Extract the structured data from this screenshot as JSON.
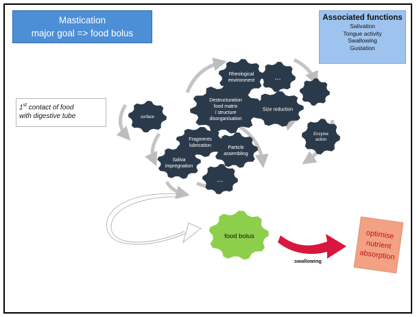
{
  "title": {
    "line1": "Mastication",
    "line2": "major goal => food bolus"
  },
  "functions": {
    "title": "Associated functions",
    "items": [
      "Salivation",
      "Tongue activity",
      "Swallowing",
      "Gustation"
    ]
  },
  "contact": {
    "sup": "st",
    "text1": "contact of food",
    "text2": "with digestive tube",
    "num": "1"
  },
  "gears": {
    "rheological": [
      "Rheological",
      "environment"
    ],
    "dots1": "...",
    "destructuration": [
      "Destructuration",
      "food matrix",
      "/ structure",
      "disorganisation"
    ],
    "size": "Size reduction",
    "surface": "surface",
    "fragments": [
      "Fragments",
      "lubrication"
    ],
    "particle": [
      "Particle",
      "assembling"
    ],
    "enzyme": [
      "Enzyme",
      "action"
    ],
    "saliva": [
      "Saliva",
      "impregnation"
    ],
    "dots2": "..."
  },
  "bolus": "food bolus",
  "swallowing": "swallowing",
  "nutrient": [
    "optimise",
    "nutrient",
    "absorption"
  ],
  "colors": {
    "gear": "#2b3a4a",
    "bolus": "#8dcf4a",
    "arrow": "#d8173c",
    "nutrient": "#f3a184",
    "title": "#4d8fd6",
    "functions": "#9ec3ee"
  }
}
